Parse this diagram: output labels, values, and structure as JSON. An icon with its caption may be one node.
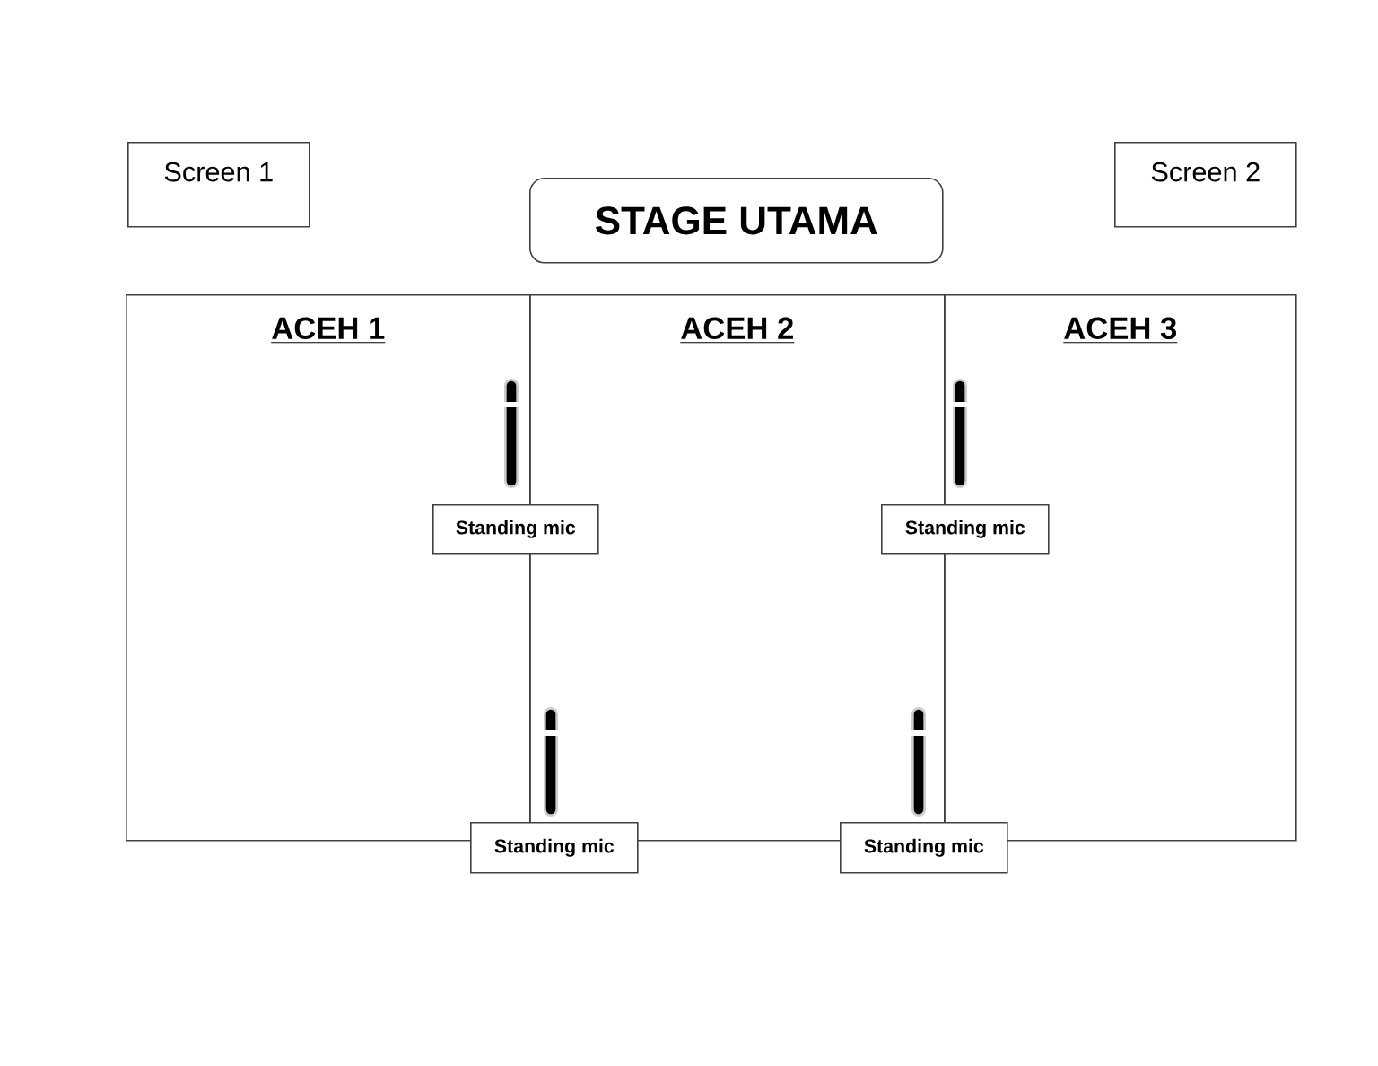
{
  "diagram": {
    "nodes": [
      {
        "text": [
          "Screen 1"
        ]
      },
      {
        "text": [
          "STAGE UTAMA"
        ]
      },
      {
        "text": [
          "Screen 2"
        ]
      },
      {
        "text": [
          "ACEH 1"
        ]
      },
      {
        "text": [
          "ACEH 2"
        ]
      },
      {
        "text": [
          "ACEH 3"
        ]
      },
      {
        "text": [
          "Standing mic"
        ]
      },
      {
        "text": [
          "Standing mic"
        ]
      },
      {
        "text": [
          "Standing mic"
        ]
      },
      {
        "text": [
          "Standing mic"
        ]
      }
    ]
  }
}
